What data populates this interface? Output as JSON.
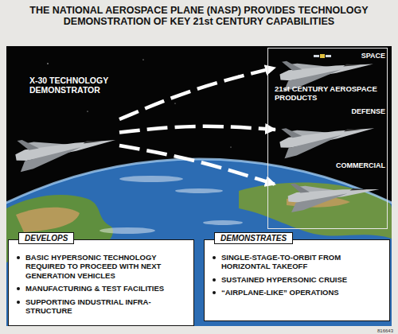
{
  "diagram": {
    "title": "THE NATIONAL AEROSPACE PLANE (NASP) PROVIDES TECHNOLOGY DEMONSTRATION OF KEY 21st CENTURY CAPABILITIES",
    "nodes": [
      {
        "text": [
          "X-30 TECHNOLOGY DEMONSTRATOR"
        ]
      },
      {
        "text": [
          "21st CENTURY AEROSPACE PRODUCTS"
        ]
      },
      {
        "text": [
          "SPACE"
        ],
        "in": 1
      },
      {
        "text": [
          "DEFENSE"
        ],
        "in": 1
      },
      {
        "text": [
          "COMMERCIAL"
        ],
        "in": 1
      },
      {
        "text": [
          "DEVELOPS",
          "BASIC HYPERSONIC TECHNOLOGY REQUIRED TO PROCEED WITH NEXT GENERATION VEHICLES",
          "MANUFACTURING & TEST FACILITIES",
          "SUPPORTING INDUSTRIAL INFRA-STRUCTURE"
        ]
      },
      {
        "text": [
          "DEMONSTRATES",
          "SINGLE-STAGE-TO-ORBIT FROM HORIZONTAL TAKEOFF",
          "SUSTAINED HYPERSONIC CRUISE",
          "“AIRPLANE-LIKE” OPERATIONS"
        ]
      }
    ],
    "edges": [
      {
        "from": 0,
        "to": 2,
        "arrow": "to"
      },
      {
        "from": 0,
        "to": 3,
        "arrow": "to"
      },
      {
        "from": 0,
        "to": 4,
        "arrow": "to"
      }
    ],
    "labels": [
      "816643"
    ]
  }
}
